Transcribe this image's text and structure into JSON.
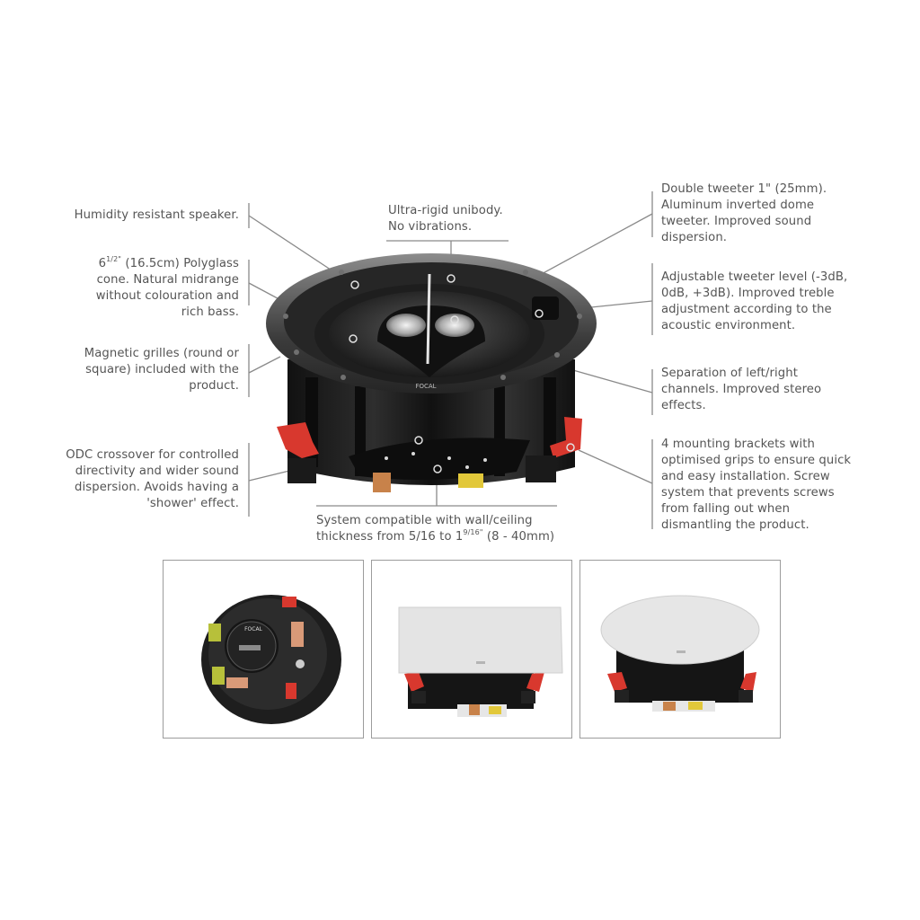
{
  "callouts": {
    "humidity": {
      "text": "Humidity resistant speaker."
    },
    "cone": {
      "pre": "6",
      "sup": "1/2\"",
      "text": " (16.5cm) Polyglass cone. Natural midrange without colouration and rich bass."
    },
    "grilles": {
      "text": "Magnetic grilles (round or square) included with the product."
    },
    "odc": {
      "text": "ODC crossover for controlled directivity and wider sound dispersion. Avoids having a 'shower' effect."
    },
    "unibody": {
      "line1": "Ultra-rigid unibody.",
      "line2": "No vibrations."
    },
    "tweeter": {
      "text": "Double tweeter 1\" (25mm). Aluminum inverted dome tweeter. Improved sound dispersion."
    },
    "level": {
      "text": "Adjustable tweeter level (-3dB, 0dB, +3dB). Improved treble adjustment according to the acoustic environment."
    },
    "separation": {
      "text": "Separation of left/right channels. Improved stereo effects."
    },
    "brackets": {
      "text": "4 mounting brackets with optimised grips to ensure quick and easy installation. Screw system that prevents screws from falling out when dismantling the product."
    },
    "system": {
      "line1": "System compatible with wall/ceiling",
      "line2_pre": "thickness from 5/16 to 1",
      "line2_sup": "9/16\"",
      "line2_post": " (8 - 40mm)"
    }
  },
  "product": {
    "brand_logo": "FOCAL",
    "rear_label": "FOCAL"
  },
  "thumbnails": [
    {
      "label": "rear-view"
    },
    {
      "label": "square-grille-view"
    },
    {
      "label": "round-grille-view"
    }
  ],
  "colors": {
    "text": "#555555",
    "leader": "#8a8a8a",
    "bracket_red": "#d8382e",
    "speaker_black": "#1c1c1c",
    "frame_gray": "#9a9a9a"
  }
}
